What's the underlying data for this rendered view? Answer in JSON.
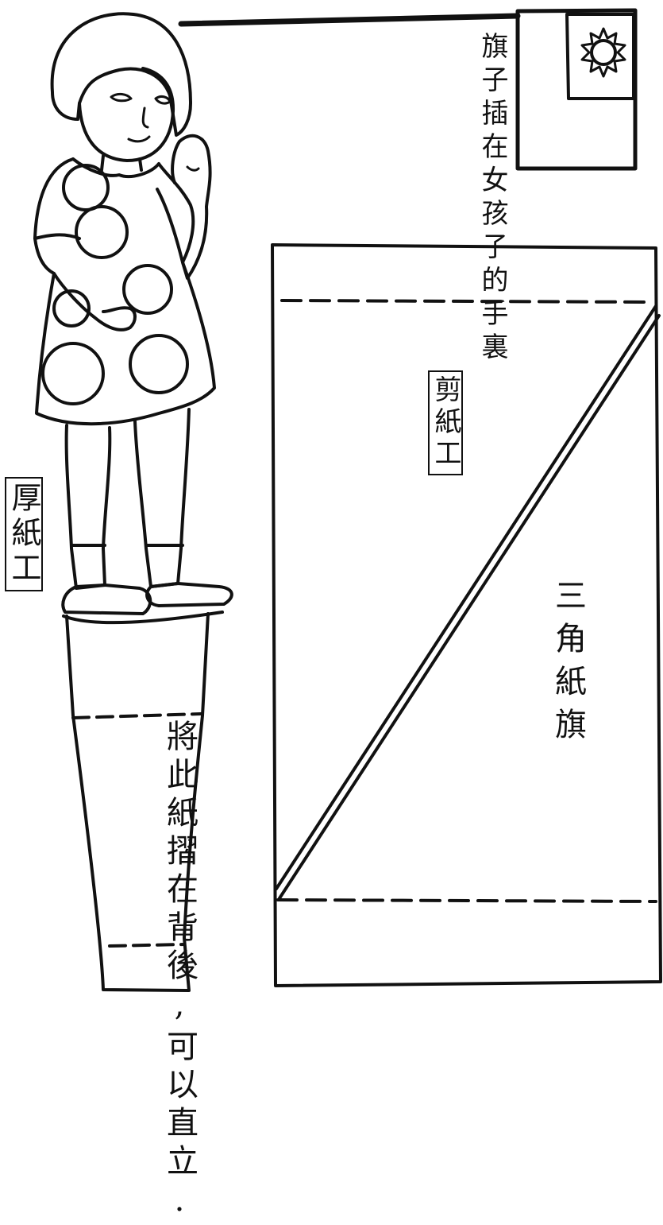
{
  "labels": {
    "thick_paper": "厚紙工",
    "cut_paper": "剪紙工",
    "triangle_flag": "三角紙旗",
    "flag_caption": "旗子插在女孩子的手裏",
    "instruction": "將此紙摺在背後,可以直立."
  },
  "colors": {
    "ink": "#111111",
    "paper": "#ffffff"
  },
  "icons": {
    "flag_emblem": "sun-icon"
  }
}
